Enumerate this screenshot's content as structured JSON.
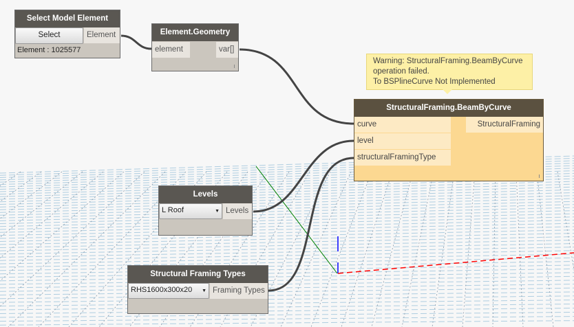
{
  "nodes": {
    "select_model_element": {
      "title": "Select Model Element",
      "button": "Select",
      "output": "Element",
      "value": "Element : 1025577"
    },
    "element_geometry": {
      "title": "Element.Geometry",
      "input": "element",
      "output": "var[]"
    },
    "beam_by_curve": {
      "title": "StructuralFraming.BeamByCurve",
      "inputs": [
        "curve",
        "level",
        "structuralFramingType"
      ],
      "output": "StructuralFraming",
      "state": "warning"
    },
    "levels": {
      "title": "Levels",
      "selected": "L Roof",
      "output": "Levels"
    },
    "framing_types": {
      "title": "Structural Framing Types",
      "selected": "RHS1600x300x20",
      "output": "Framing Types"
    }
  },
  "warning": {
    "lines": [
      "Warning: StructuralFraming.BeamByCurve",
      "operation failed.",
      "To BSPlineCurve Not Implemented"
    ]
  },
  "colors": {
    "warning_bg": "#fdf0a6",
    "node_warning": "#fcd891",
    "header": "#5a5752",
    "wire": "#444444",
    "axis_x": "#ff0000",
    "axis_y": "#008000",
    "axis_z": "#0000ff"
  }
}
